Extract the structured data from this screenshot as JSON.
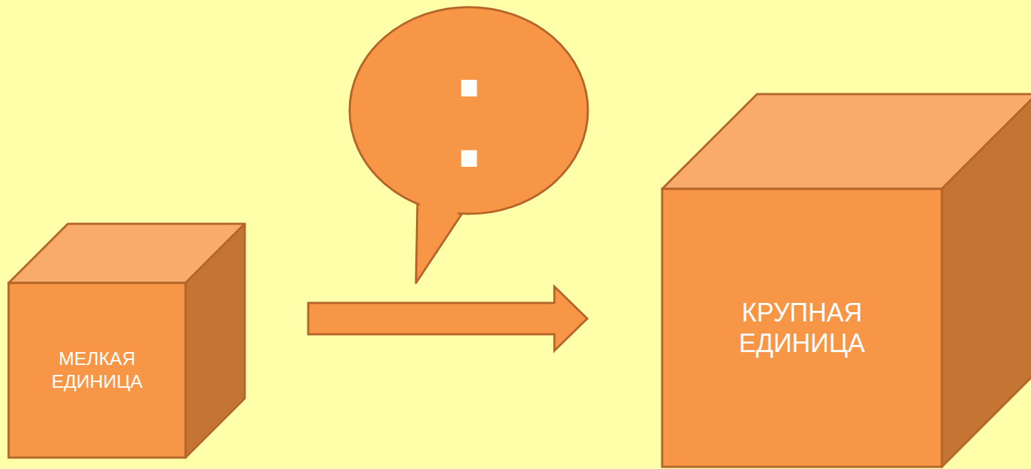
{
  "diagram": {
    "nodes": [
      {
        "text": [
          "МЕЛКАЯ ЕДИНИЦА"
        ]
      },
      {
        "text": [
          ":"
        ]
      },
      {
        "text": [
          "КРУПНАЯ ЕДИНИЦА"
        ]
      }
    ],
    "edges": [
      {
        "from": 0,
        "to": 2,
        "arrow": "to"
      }
    ]
  }
}
